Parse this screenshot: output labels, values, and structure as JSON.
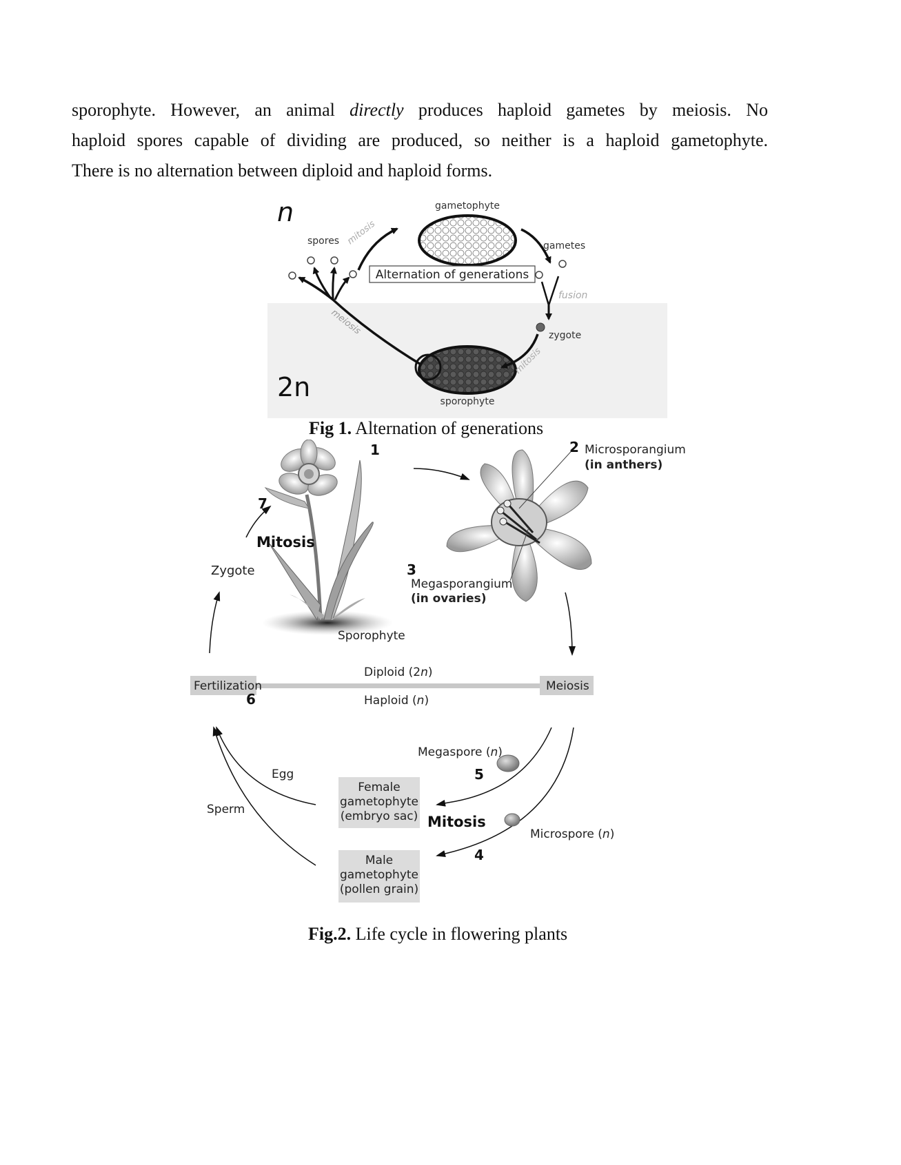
{
  "paragraph": {
    "line1_a": "sporophyte. However, an animal ",
    "line1_em": "directly",
    "line1_b": " produces haploid gametes by meiosis. No",
    "line2": "haploid spores capable of dividing are produced, so neither is a haploid gametophyte.",
    "line3": "There is no alternation between diploid and haploid forms."
  },
  "fig1": {
    "n_label": "n",
    "twon_label": "2n",
    "gametophyte": "gametophyte",
    "spores": "spores",
    "gametes": "gametes",
    "mitosis_top": "mitosis",
    "fusion": "fusion",
    "title_box": "Alternation of generations",
    "meiosis": "meiosis",
    "zygote": "zygote",
    "mitosis_bottom": "mitosis",
    "sporophyte": "sporophyte",
    "caption_bold": "Fig 1.",
    "caption_text": " Alternation of generations"
  },
  "fig2": {
    "num1": "1",
    "num2": "2",
    "micro_label": "Microsporangium",
    "micro_sub": "(in anthers)",
    "num7": "7",
    "mitosis_upper": "Mitosis",
    "zygote": "Zygote",
    "num3": "3",
    "mega_label": "Megasporangium",
    "mega_sub": "(in ovaries)",
    "sporophyte": "Sporophyte",
    "diploid": "Diploid (2",
    "diploid_n": "n",
    "diploid_close": ")",
    "fertilization": "Fertilization",
    "meiosis": "Meiosis",
    "num6": "6",
    "haploid": "Haploid (",
    "haploid_n": "n",
    "haploid_close": ")",
    "megaspore": "Megaspore (",
    "megaspore_n": "n",
    "megaspore_close": ")",
    "num5": "5",
    "egg": "Egg",
    "female_1": "Female",
    "female_2": "gametophyte",
    "female_3": "(embryo sac)",
    "mitosis_lower": "Mitosis",
    "sperm": "Sperm",
    "microspore": "Microspore (",
    "microspore_n": "n",
    "microspore_close": ")",
    "num4": "4",
    "male_1": "Male",
    "male_2": "gametophyte",
    "male_3": "(pollen grain)",
    "caption_bold": "Fig.2.",
    "caption_text": " Life cycle in flowering plants"
  }
}
